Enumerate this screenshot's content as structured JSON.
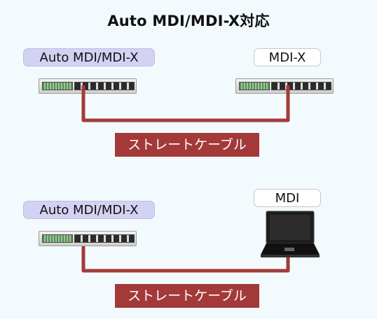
{
  "title": "Auto MDI/MDI-X対応",
  "diagram_top": {
    "left_label": "Auto MDI/MDI-X",
    "right_label": "MDI-X",
    "cable_label": "ストレートケーブル"
  },
  "diagram_bottom": {
    "left_label": "Auto MDI/MDI-X",
    "right_label": "MDI",
    "cable_label": "ストレートケーブル"
  },
  "colors": {
    "background": "#f2fafd",
    "cable": "#a43939",
    "auto_label_bg": "#d4d2f3",
    "plain_label_bg": "#ffffff"
  },
  "icons": [
    "network-switch-icon",
    "laptop-icon"
  ]
}
